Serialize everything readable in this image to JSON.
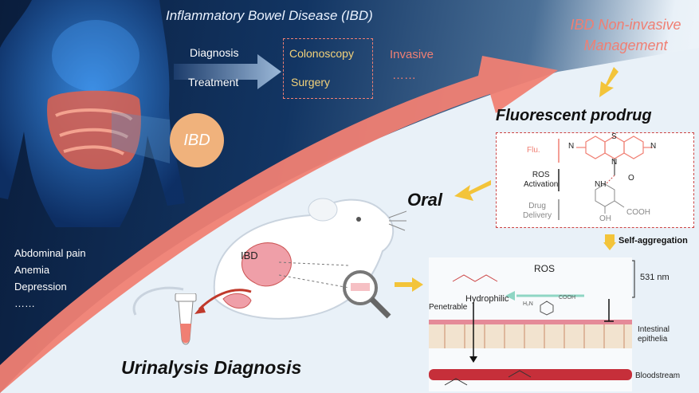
{
  "title": "Inflammatory Bowel Disease (IBD)",
  "row_labels": {
    "diagnosis": "Diagnosis",
    "treatment": "Treatment"
  },
  "methods": {
    "colonoscopy": "Colonoscopy",
    "surgery": "Surgery"
  },
  "invasive": {
    "label": "Invasive",
    "ellipsis": "……"
  },
  "ibd_badge": "IBD",
  "symptoms": [
    "Abdominal pain",
    "Anemia",
    "Depression",
    "……"
  ],
  "management": {
    "line1": "IBD Non-invasive",
    "line2": "Management"
  },
  "prodrug": {
    "heading": "Fluorescent prodrug",
    "flu": "Flu.",
    "ros_activation": [
      "ROS",
      "Activation"
    ],
    "drug_delivery": [
      "Drug",
      "Delivery"
    ],
    "atom_labels": {
      "n": "N",
      "s": "S",
      "nh": "NH",
      "o": "O",
      "oh": "OH",
      "cooh": "COOH"
    }
  },
  "oral": "Oral",
  "mouse_ibd_label": "IBD",
  "self_aggregation": "Self-aggregation",
  "size_label": "531 nm",
  "ros": "ROS",
  "hydrophilic": "Hydrophilic",
  "penetrable": "Penetrable",
  "small_molecule_label": {
    "amine": "H₂N",
    "acid": "COOH"
  },
  "tissue": {
    "epithelia": [
      "Intestinal",
      "epithelia"
    ],
    "bloodstream": "Bloodstream"
  },
  "urinalysis": "Urinalysis Diagnosis",
  "colors": {
    "accent_pink": "#f07f73",
    "arrow_yellow": "#f3c43a",
    "navy": "#0f2a52",
    "highlight": "#f3d27a"
  }
}
